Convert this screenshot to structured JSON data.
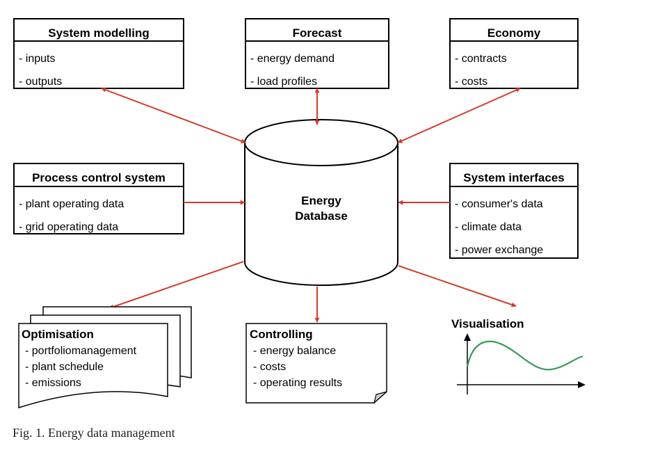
{
  "system_modelling": {
    "title": "System modelling",
    "items": [
      "- inputs",
      "- outputs"
    ]
  },
  "forecast": {
    "title": "Forecast",
    "items": [
      "- energy demand",
      "- load profiles"
    ]
  },
  "economy": {
    "title": "Economy",
    "items": [
      "- contracts",
      "- costs"
    ]
  },
  "process_control": {
    "title": "Process control system",
    "items": [
      "- plant operating data",
      "- grid operating data"
    ]
  },
  "system_interfaces": {
    "title": "System interfaces",
    "items": [
      "- consumer's data",
      "- climate data",
      "- power exchange"
    ]
  },
  "database": {
    "line1": "Energy",
    "line2": "Database"
  },
  "optimisation": {
    "title": "Optimisation",
    "items": [
      "- portfoliomanagement",
      "- plant schedule",
      "- emissions"
    ]
  },
  "controlling": {
    "title": "Controlling",
    "items": [
      "- energy balance",
      "- costs",
      "- operating results"
    ]
  },
  "visualisation": {
    "title": "Visualisation"
  },
  "colors": {
    "arrow": "#d23b30",
    "curve": "#3a9a5b"
  },
  "caption": "Fig. 1. Energy data management"
}
